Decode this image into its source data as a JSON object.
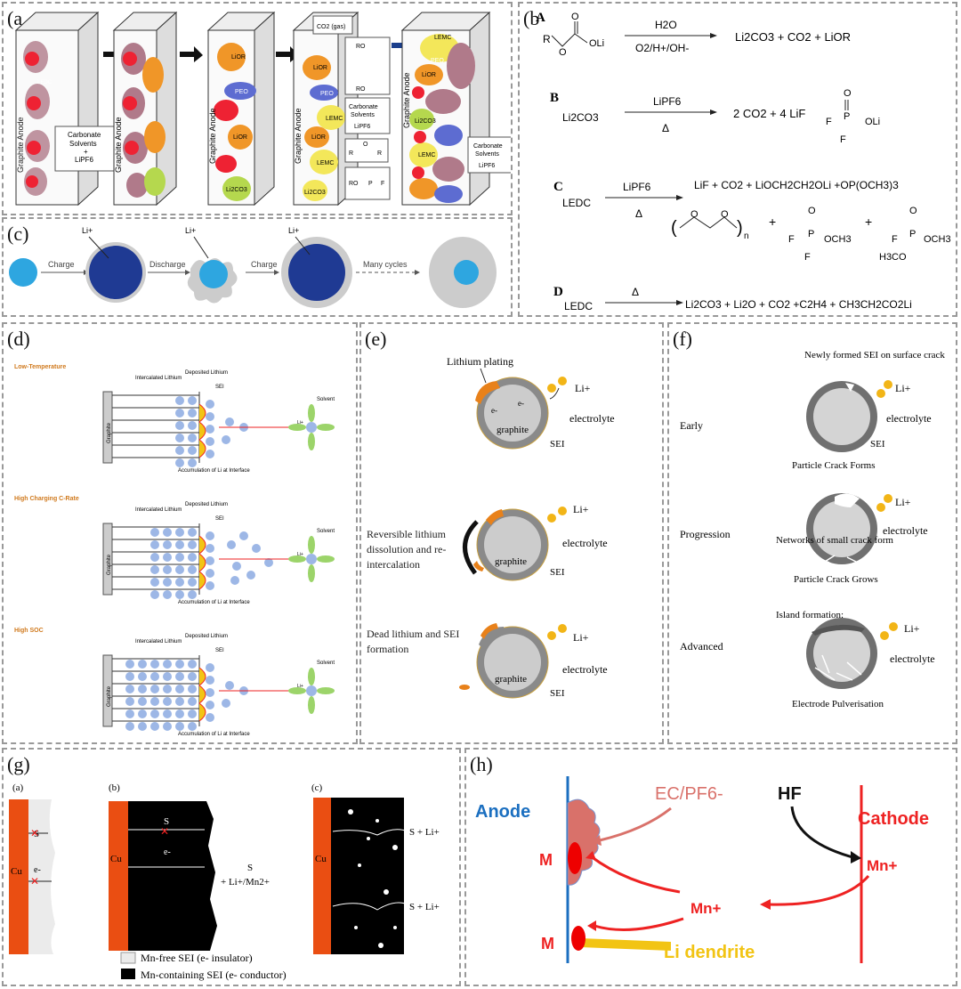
{
  "panels": {
    "a": {
      "label": "(a",
      "anode_label": "Graphite Anode",
      "solvent_box": [
        "Carbonate",
        "Solvents",
        "+",
        "LiPF6"
      ],
      "co2": "CO2 (gas)",
      "species": {
        "ledc": "LEDC",
        "lior": "LiOR",
        "peo": "PEO",
        "lemc": "LEMC",
        "li2co3": "Li2CO3",
        "ro": "RO",
        "r": "R",
        "o": "O",
        "p": "P",
        "f": "F"
      }
    },
    "b": {
      "label": "(b",
      "reactions": {
        "A": {
          "tag": "A",
          "above": "H2O",
          "below": "O2/H+/OH-",
          "products": "Li2CO3 + CO2 + LiOR",
          "r": "R",
          "o": "O",
          "oli": "OLi"
        },
        "B": {
          "tag": "B",
          "reactant": "Li2CO3",
          "above": "LiPF6",
          "below": "Δ",
          "products": "2 CO2 + 4 LiF",
          "f": "F",
          "p": "P",
          "o": "O",
          "oli": "OLi"
        },
        "C": {
          "tag": "C",
          "reactant": "LEDC",
          "above": "LiPF6",
          "below": "Δ",
          "products": "LiF + CO2 + LiOCH2CH2OLi +OP(OCH3)3",
          "o": "O",
          "n": "n",
          "plus": "+",
          "f": "F",
          "p": "P",
          "och3": "OCH3",
          "h3co": "H3CO"
        },
        "D": {
          "tag": "D",
          "reactant": "LEDC",
          "below": "Δ",
          "products": "Li2CO3 + Li2O + CO2 +C2H4 + CH3CH2CO2Li"
        }
      }
    },
    "c": {
      "label": "(c)",
      "li": "Li+",
      "steps": [
        "Charge",
        "Discharge",
        "Charge",
        "Many cycles"
      ]
    },
    "d": {
      "label": "(d)",
      "rows": [
        {
          "title": "Low-Temperature"
        },
        {
          "title": "High Charging C-Rate"
        },
        {
          "title": "High SOC"
        }
      ],
      "intercalated": "Intercalated Lithium",
      "deposited": "Deposited Lithium",
      "sei": "SEI",
      "solvent": "Solvent",
      "li": "Li+",
      "graphite": "Graphite",
      "accumulation": "Accumulation of Li at Interface"
    },
    "e": {
      "label": "(e)",
      "plating": "Lithium plating",
      "reversible": "Reversible lithium dissolution and re-intercalation",
      "dead": "Dead lithium and SEI formation",
      "li": "Li+",
      "electrolyte": "electrolyte",
      "graphite": "graphite",
      "sei": "SEI",
      "e": "e-"
    },
    "f": {
      "label": "(f)",
      "stages": [
        "Early",
        "Progression",
        "Advanced"
      ],
      "newsei": "Newly formed SEI on surface crack",
      "crackforms": "Particle Crack Forms",
      "networks": "Networks of small crack form",
      "crackgrows": "Particle Crack Grows",
      "island": "Island formation:",
      "pulverisation": "Electrode Pulverisation",
      "li": "Li+",
      "electrolyte": "electrolyte",
      "sei": "SEI"
    },
    "g": {
      "label": "(g)",
      "subs": [
        "(a)",
        "(b)",
        "(c)"
      ],
      "cu": "Cu",
      "s": "S",
      "e": "e-",
      "sli": "S + Li+",
      "sli_mn": "S",
      "sli_mn2": "+ Li+/Mn2+",
      "legend": [
        "Mn-free SEI (e- insulator)",
        "Mn-containing SEI (e- conductor)"
      ]
    },
    "h": {
      "label": "(h)",
      "anode": "Anode",
      "cathode": "Cathode",
      "ecpf": "EC/PF6-",
      "hf": "HF",
      "m": "M",
      "mn": "Mn+",
      "dendrite": "Li dendrite"
    }
  },
  "colors": {
    "red": "#e22",
    "orange": "#e8531a",
    "blue": "#1b6fc0",
    "navy": "#1f3a93",
    "lightblue": "#2ea6e0",
    "gray": "#8a8a8a",
    "yellow": "#f2c414",
    "dot": "#9db7e6"
  }
}
